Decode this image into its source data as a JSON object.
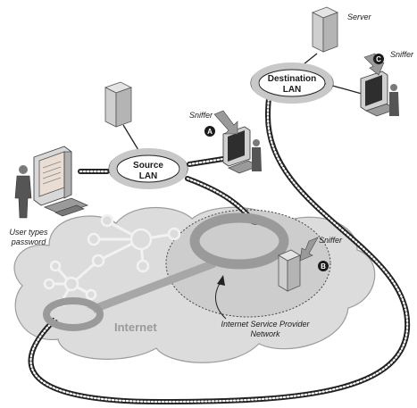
{
  "labels": {
    "server": "Server",
    "sniffer_a": "Sniffer",
    "sniffer_b": "Sniffer",
    "sniffer_c": "Sniffer",
    "destination_lan_line1": "Destination",
    "destination_lan_line2": "LAN",
    "source_lan_line1": "Source",
    "source_lan_line2": "LAN",
    "user_line1": "User types",
    "user_line2": "password",
    "internet": "Internet",
    "isp_line1": "Internet Service Provider",
    "isp_line2": "Network"
  },
  "badges": {
    "a": "A",
    "b": "B",
    "c": "C"
  },
  "colors": {
    "ring": "#c8c8c8",
    "cloud": "#dcdcdc",
    "isp_region": "#cdcdcd",
    "dark": "#333333",
    "monitor_screen": "#e9ddd4"
  }
}
